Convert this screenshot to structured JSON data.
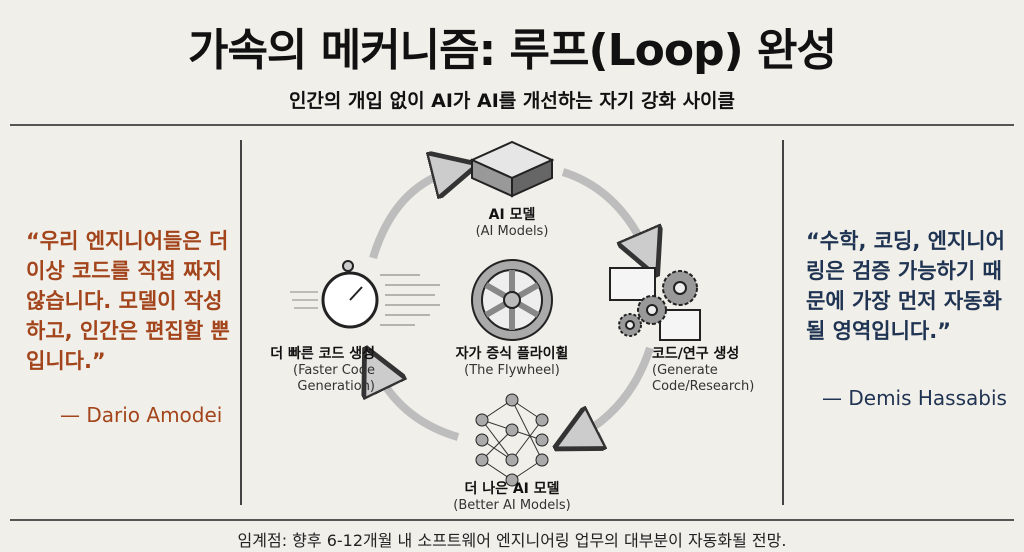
{
  "header": {
    "title": "가속의 메커니즘: 루프(Loop) 완성",
    "subtitle": "인간의 개입 없이 AI가 AI를 개선하는 자기 강화 사이클"
  },
  "quotes": {
    "left": {
      "text": "“우리 엔지니어들은 더 이상 코드를 직접 짜지 않습니다. 모델이 작성하고, 인간은 편집할 뿐입니다.”",
      "author": "— Dario Amodei",
      "color": "#a3451c"
    },
    "right": {
      "text": "“수학, 코딩, 엔지니어링은 검증 가능하기 때문에 가장 먼저 자동화될 영역입니다.”",
      "author": "— Demis Hassabis",
      "color": "#1f3352"
    }
  },
  "cycle": {
    "top": {
      "title": "AI 모델",
      "subtitle": "(AI Models)",
      "icon": "chip-icon"
    },
    "right": {
      "title": "코드/연구 생성",
      "subtitle": "(Generate Code/Research)",
      "icon": "gears-icon"
    },
    "bottom": {
      "title": "더 나은 AI 모델",
      "subtitle": "(Better AI Models)",
      "icon": "neural-network-icon"
    },
    "left": {
      "title": "더 빠른 코드 생성",
      "subtitle": "(Faster Code Generation)",
      "icon": "stopwatch-icon"
    },
    "center": {
      "title": "자가 증식 플라이휠",
      "subtitle": "(The Flywheel)",
      "icon": "flywheel-icon"
    }
  },
  "footer": "임계점: 향후 6-12개월 내 소프트웨어 엔지니어링 업무의 대부분이 자동화될 전망."
}
